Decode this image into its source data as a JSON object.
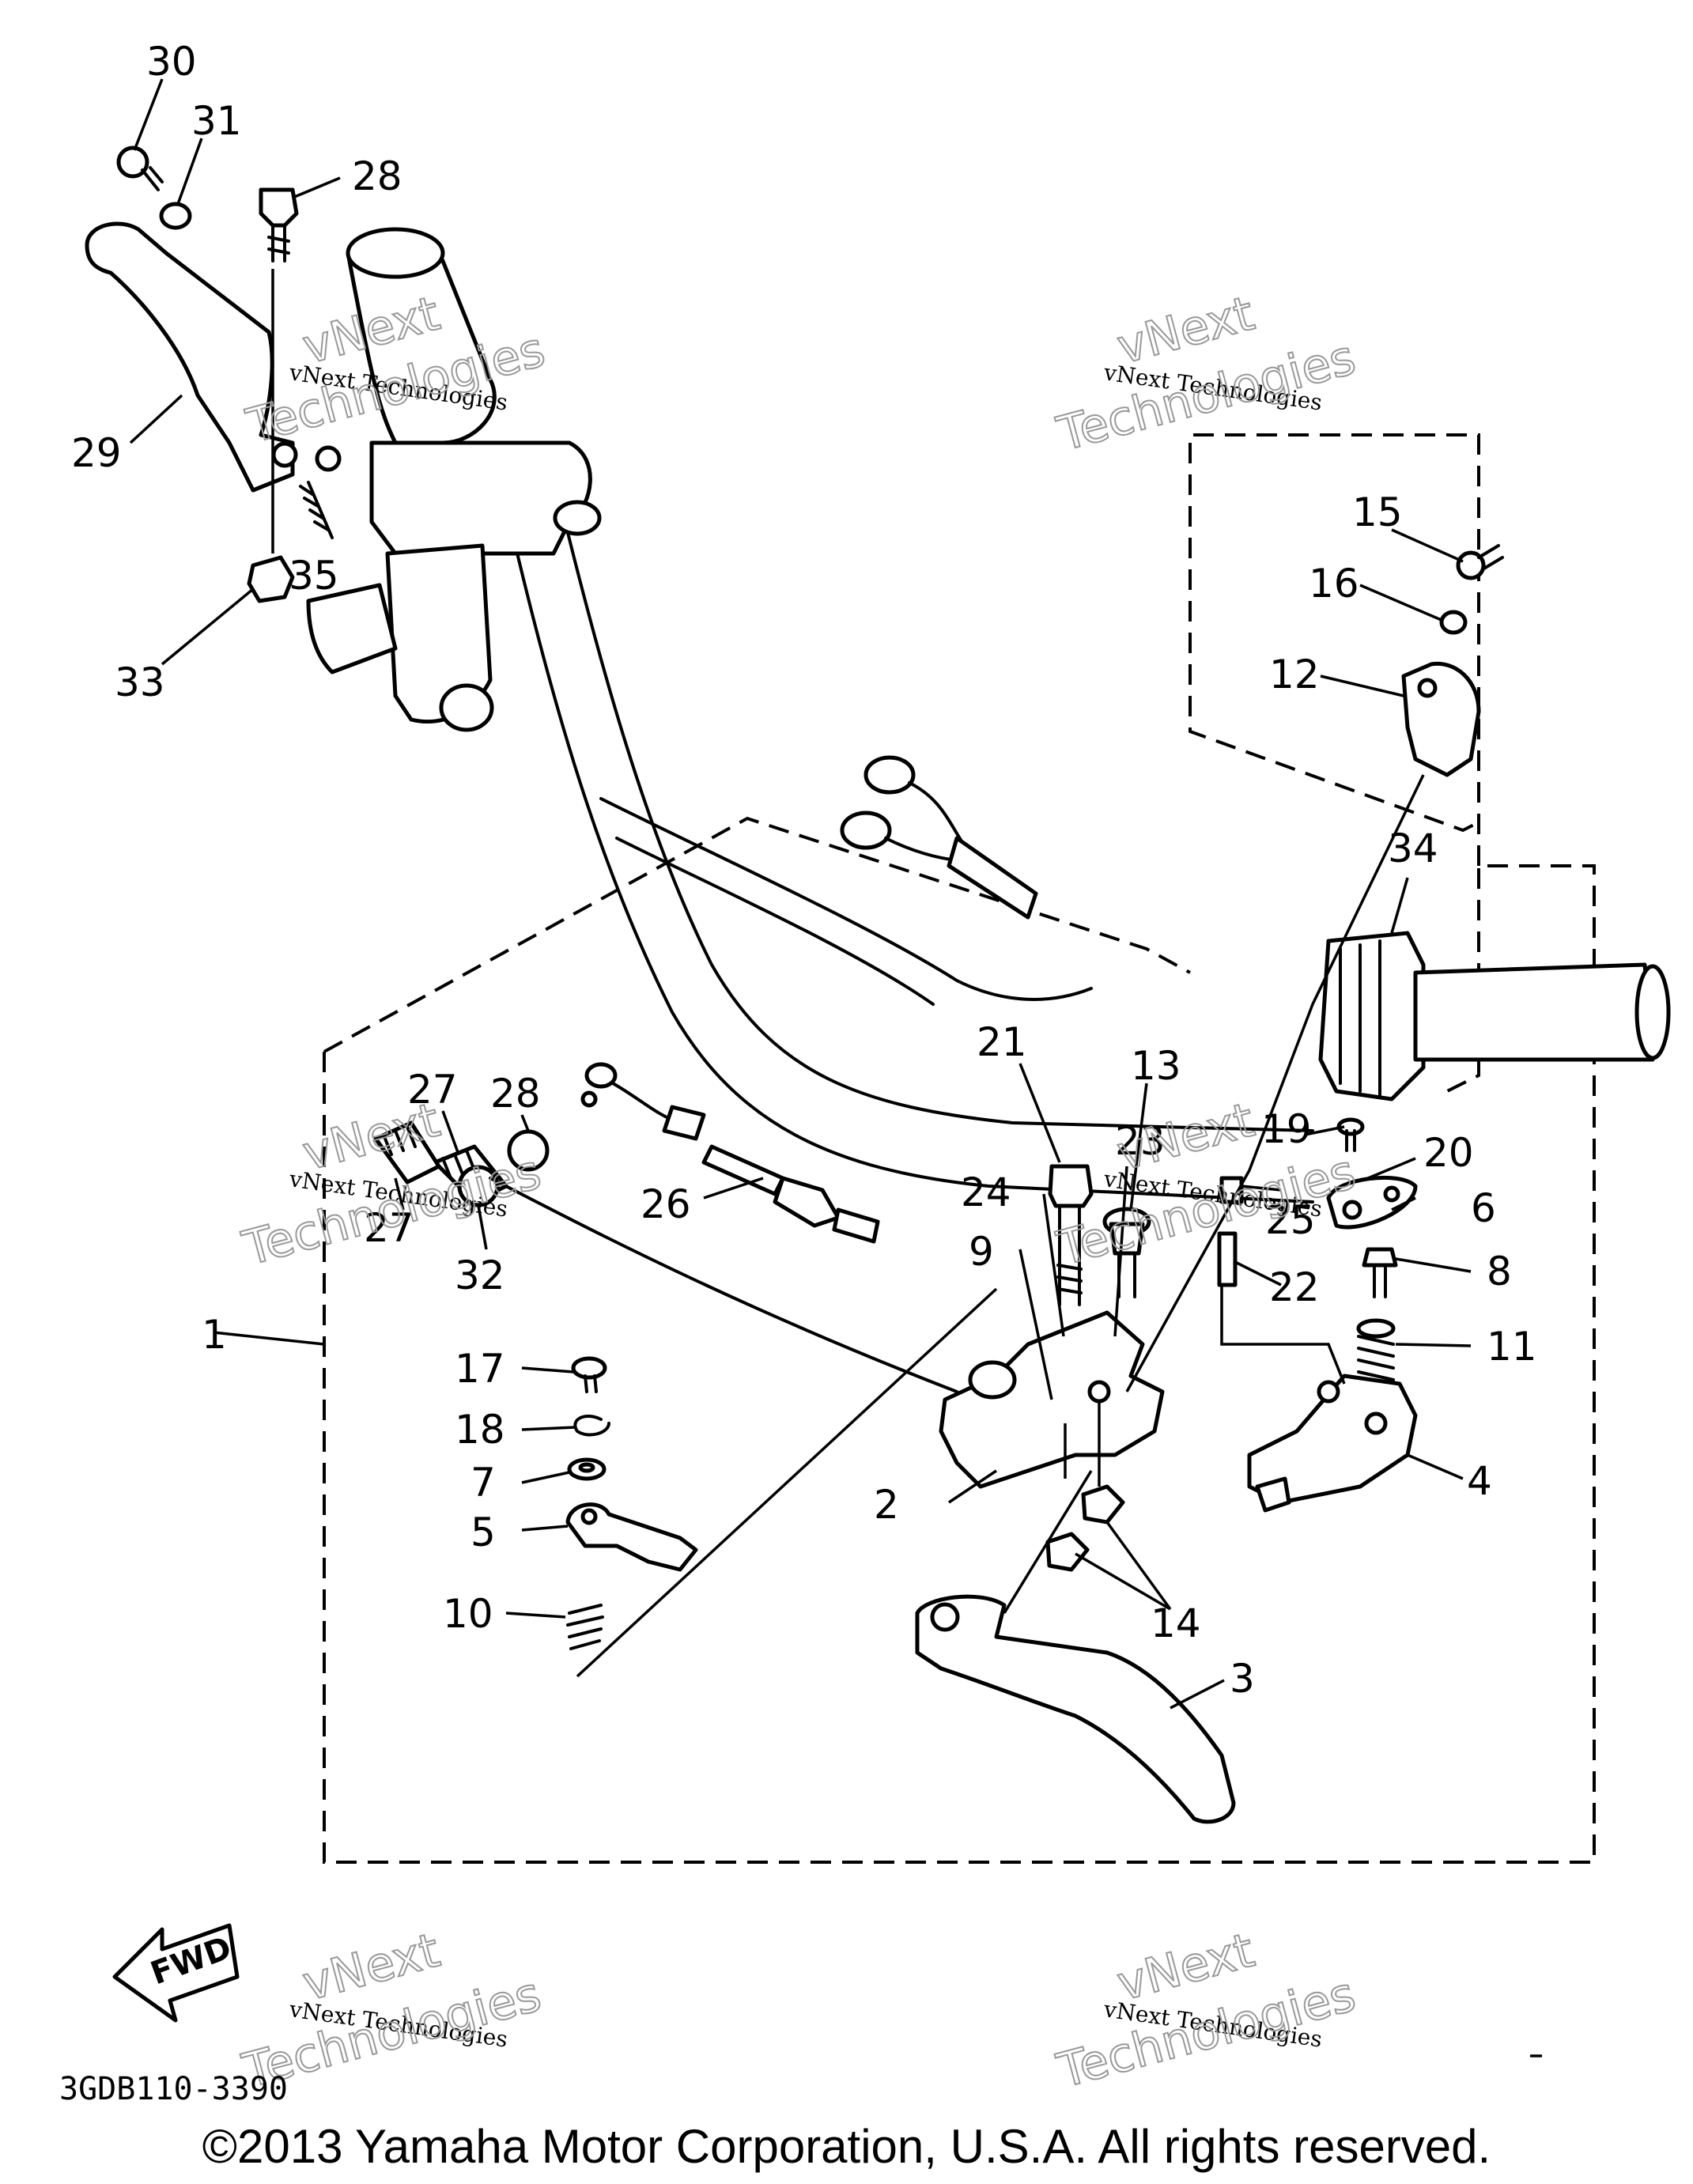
{
  "diagram": {
    "callouts": [
      "1",
      "2",
      "3",
      "4",
      "5",
      "6",
      "7",
      "8",
      "9",
      "10",
      "11",
      "12",
      "13",
      "14",
      "15",
      "16",
      "17",
      "18",
      "19",
      "20",
      "21",
      "22",
      "23",
      "24",
      "25",
      "26",
      "27",
      "27",
      "28",
      "28",
      "29",
      "30",
      "31",
      "32",
      "33",
      "34",
      "35"
    ],
    "watermark": {
      "line1": "vNext Technologies",
      "line2": "vNext",
      "line3": "Technologies"
    },
    "fwd_label": "FWD",
    "drawing_code": "3GDB110-3390"
  },
  "footer": {
    "copyright": "©2013 Yamaha Motor Corporation, U.S.A. All rights reserved."
  }
}
